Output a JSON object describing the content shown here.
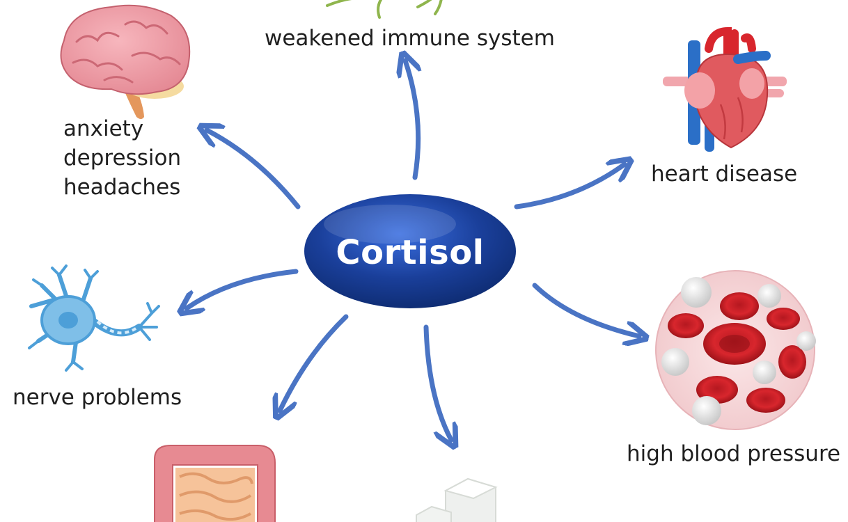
{
  "center": {
    "label": "Cortisol"
  },
  "effects": {
    "mental": [
      "anxiety",
      "depression",
      "headaches"
    ],
    "immune": "weakened immune system",
    "heart": "heart disease",
    "nerve": "nerve problems",
    "blood": "high blood pressure"
  },
  "icons": {
    "brain": "brain-icon",
    "immune": "immune-cell-icon",
    "heart": "heart-icon",
    "neuron": "neuron-icon",
    "blood": "blood-cells-icon",
    "intestine": "intestine-icon",
    "sugar": "sugar-cubes-icon"
  },
  "colors": {
    "center_fill": "#1a3f9a",
    "arrow": "#4a74c4",
    "text": "#1f1f1f"
  }
}
